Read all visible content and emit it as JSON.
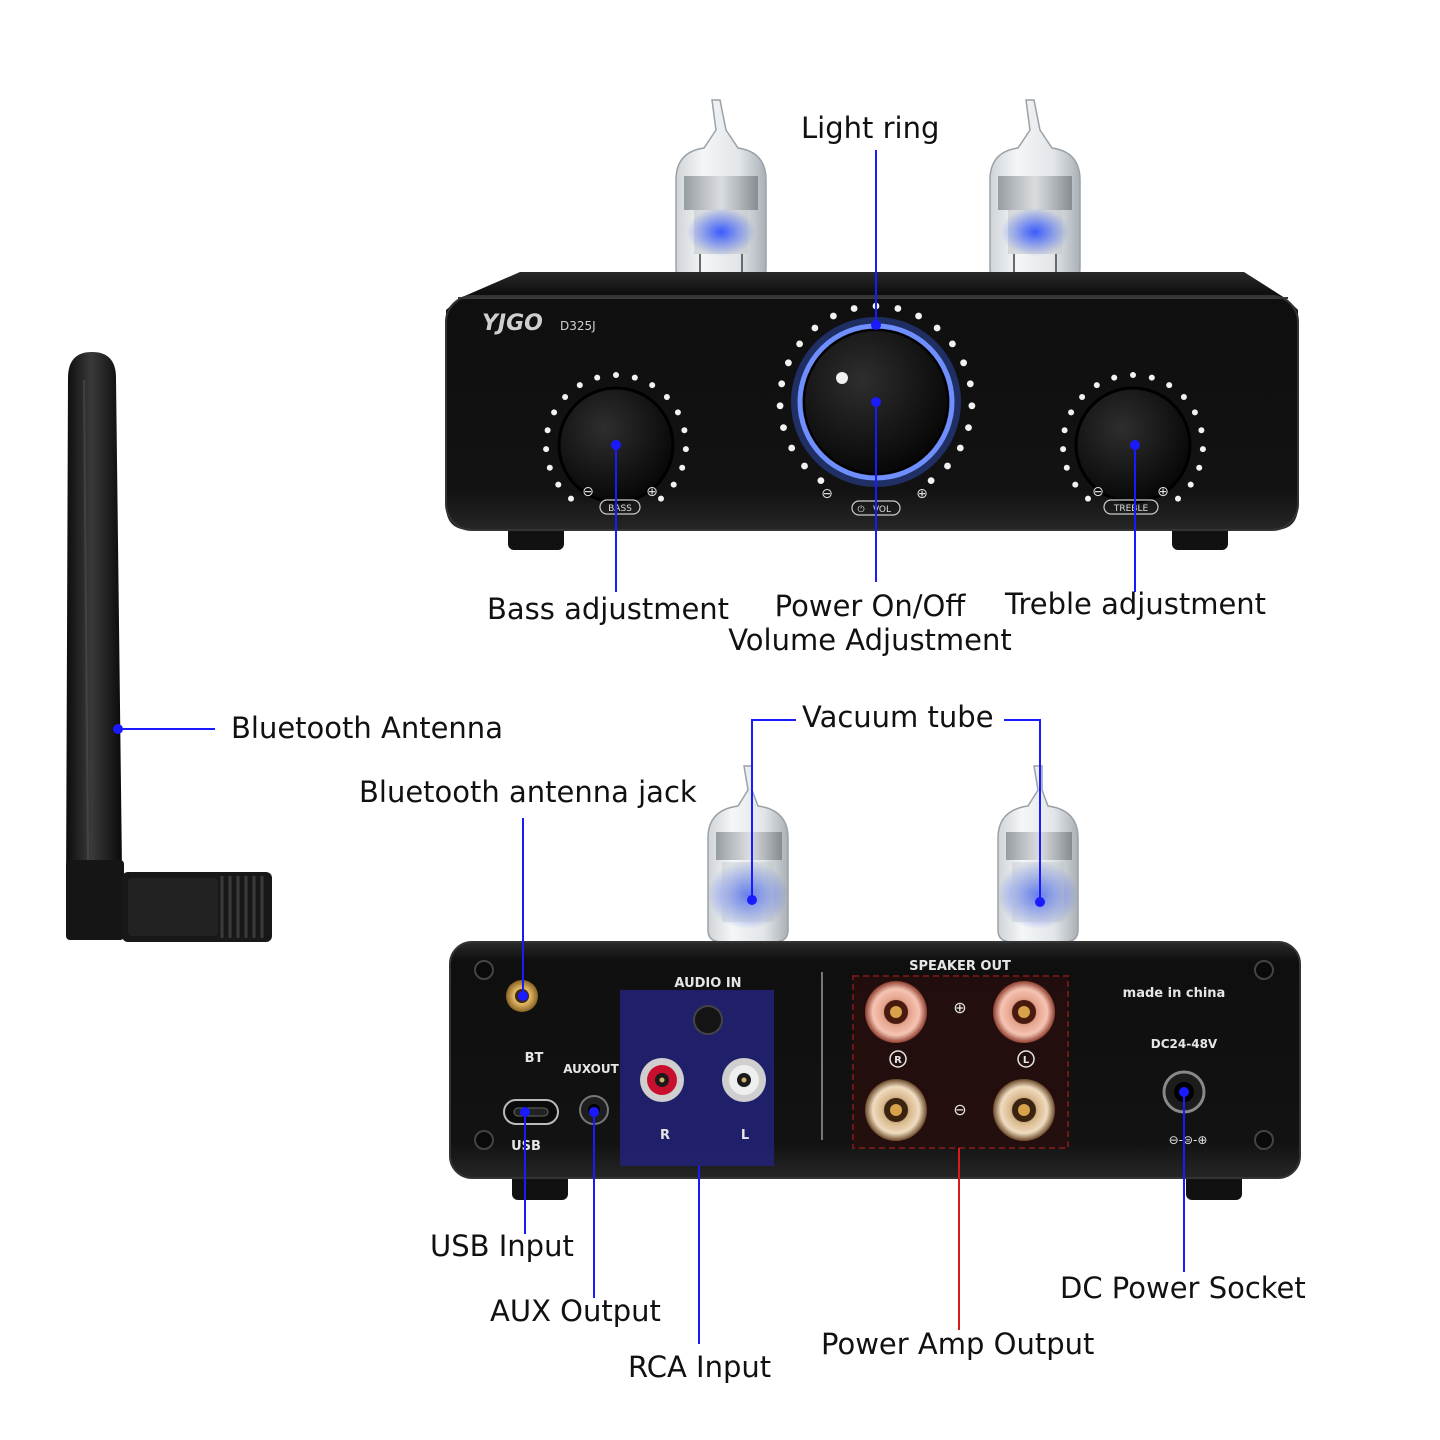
{
  "colors": {
    "callout": "#1a1aff",
    "callout_red": "#d81b1b",
    "chassis": "#141414",
    "tube_glow": "#2d4dff",
    "ring_glow": "#3d6bff"
  },
  "labels": {
    "light_ring": "Light ring",
    "bass": "Bass adjustment",
    "power_line1": "Power On/Off",
    "power_line2": "Volume Adjustment",
    "treble": "Treble adjustment",
    "bt_antenna": "Bluetooth Antenna",
    "bt_jack": "Bluetooth antenna jack",
    "vacuum_tube": "Vacuum tube",
    "usb_input": "USB Input",
    "aux_output": "AUX Output",
    "rca_input": "RCA Input",
    "power_amp": "Power Amp Output",
    "dc_power": "DC Power Socket"
  },
  "front_panel": {
    "brand": "YJGO",
    "model": "D325J",
    "bass_knob": "BASS",
    "vol_knob": "VOL",
    "treble_knob": "TREBLE"
  },
  "rear_panel": {
    "audio_in": "AUDIO IN",
    "speaker_out": "SPEAKER OUT",
    "made_in": "made in china",
    "dc_rating": "DC24-48V",
    "bt": "BT",
    "auxout": "AUXOUT",
    "usb": "USB",
    "rca_r": "R",
    "rca_l": "L",
    "spk_r": "R",
    "spk_l": "L"
  }
}
